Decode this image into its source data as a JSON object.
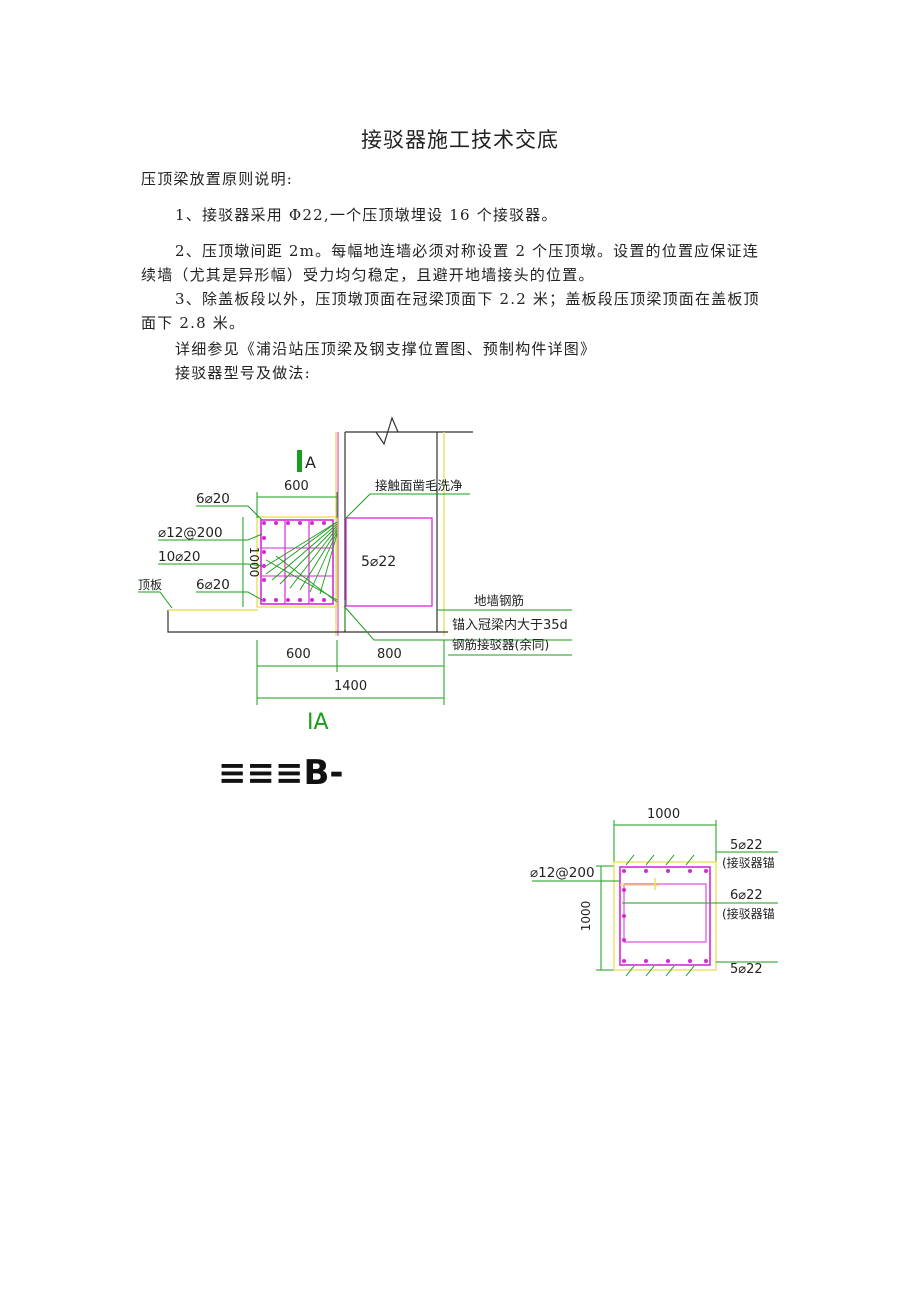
{
  "document": {
    "title": "接驳器施工技术交底",
    "paragraphs": [
      "压顶梁放置原则说明:",
      "1、接驳器采用 Φ22,一个压顶墩埋设 16 个接驳器。",
      "2、压顶墩间距 2m。每幅地连墙必须对称设置 2 个压顶墩。设置的位置应保证连",
      "续墙（尤其是异形幅）受力均匀稳定，且避开地墙接头的位置。",
      "3、除盖板段以外，压顶墩顶面在冠梁顶面下 2.2 米；盖板段压顶梁顶面在盖板顶",
      "面下 2.8 米。",
      "详细参见《浦沿站压顶梁及钢支撑位置图、预制构件详图》",
      "接驳器型号及做法:"
    ]
  },
  "figure1": {
    "section_mark": "A",
    "dims": {
      "top": "600",
      "side": "1000",
      "bottom_left": "600",
      "bottom_right": "800",
      "total": "1400"
    },
    "left_labels": [
      "6⌀20",
      "⌀12@200",
      "10⌀20",
      "6⌀20",
      "顶板"
    ],
    "right_labels": [
      "接触面凿毛洗净",
      "5⌀22",
      "地墙钢筋",
      "锚入冠梁内大于35d",
      "钢筋接驳器(余同)"
    ],
    "section_caption": "IA"
  },
  "figure2": {
    "heading": "≡≡≡B-",
    "dims": {
      "top": "1000",
      "side": "1000"
    },
    "left_label": "⌀12@200",
    "right_labels": [
      "5⌀22",
      "(接驳器锚",
      "6⌀22",
      "(接驳器锚",
      "5⌀22"
    ]
  },
  "colors": {
    "magenta": "#d62ad6",
    "green": "#1a9e1a",
    "yellow": "#e8e060",
    "line": "#333333"
  }
}
